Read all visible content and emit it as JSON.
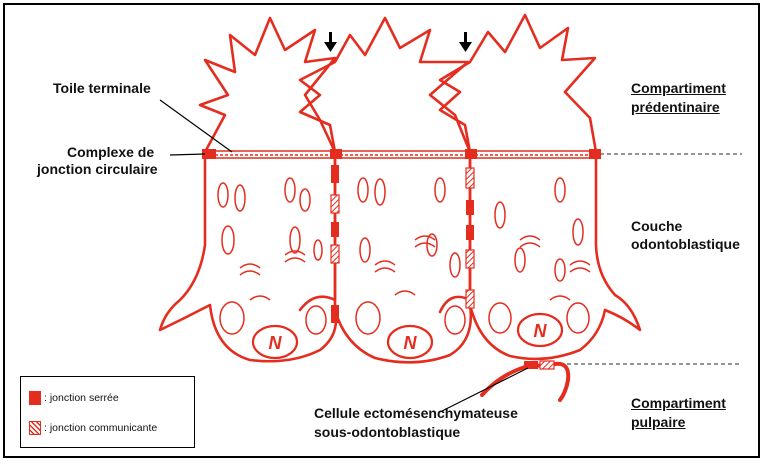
{
  "labels": {
    "toile_terminale": "Toile terminale",
    "complexe_l1": "Complexe de",
    "complexe_l2": "jonction circulaire",
    "compartiment_predentinaire_l1": "Compartiment",
    "compartiment_predentinaire_l2": "prédentinaire",
    "couche_l1": "Couche",
    "couche_l2": "odontoblastique",
    "cellule_l1": "Cellule ectomésenchymateuse",
    "cellule_l2": "sous-odontoblastique",
    "compartiment_pulpaire_l1": "Compartiment",
    "compartiment_pulpaire_l2": "pulpaire",
    "nucleus": "N"
  },
  "legend": {
    "tight": ": jonction serrée",
    "gap": ": jonction communicante"
  },
  "colors": {
    "cell": "#e52d1f",
    "text": "#111111",
    "dashed": "#555555"
  }
}
